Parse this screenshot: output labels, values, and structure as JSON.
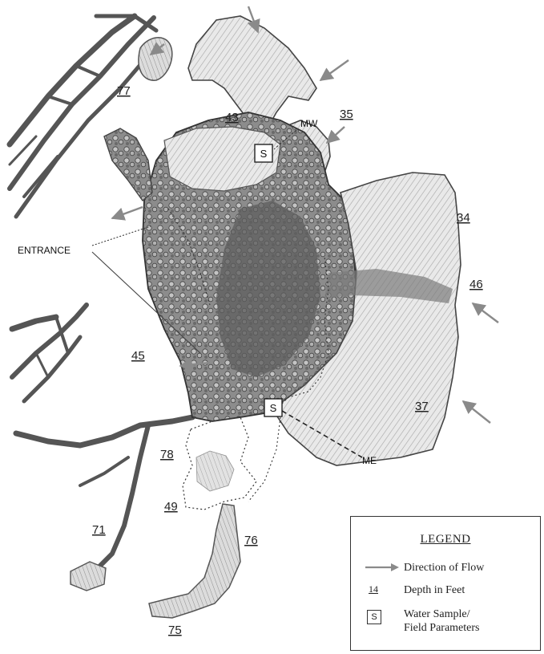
{
  "map": {
    "depth_labels": {
      "d77": "77",
      "d43": "43",
      "d35": "35",
      "d34": "34",
      "d46": "46",
      "d45": "45",
      "d37": "37",
      "d78": "78",
      "d49": "49",
      "d71": "71",
      "d76": "76",
      "d75": "75"
    },
    "entrance_label": "ENTRANCE",
    "station_mw": "MW",
    "station_me": "ME",
    "sample_symbol": "S"
  },
  "legend": {
    "title": "LEGEND",
    "flow_label": "Direction of Flow",
    "depth_symbol": "14",
    "depth_label": "Depth in Feet",
    "sample_symbol": "S",
    "sample_label_line1": "Water Sample/",
    "sample_label_line2": "Field Parameters"
  },
  "colors": {
    "arrow": "#8a8a8a",
    "passage_dark": "#555555",
    "passage_mid": "#9a9a9a",
    "passage_light": "#d6d6d6"
  }
}
